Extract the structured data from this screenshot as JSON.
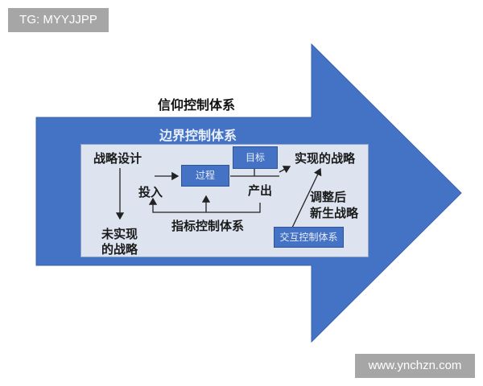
{
  "watermarks": {
    "top_left": "TG: MYYJJPP",
    "bottom_right": "www.ynchzn.com"
  },
  "diagram": {
    "outer_title": "信仰控制体系",
    "band_title": "边界控制体系",
    "nodes": {
      "strategy_design": "战略设计",
      "unrealized_strategy_line1": "未实现",
      "unrealized_strategy_line2": "的战略",
      "input": "投入",
      "process": "过程",
      "target": "目标",
      "output": "产出",
      "realized_strategy": "实现的战略",
      "adjusted_line1": "调整后",
      "adjusted_line2": "新生战略",
      "indicator_control": "指标控制体系",
      "interactive_control": "交互控制体系"
    },
    "colors": {
      "arrow_fill": "#4472c4",
      "panel_fill": "#dde4f0",
      "box_fill": "#4472c4",
      "watermark_bg": "#a6a6a6"
    }
  }
}
